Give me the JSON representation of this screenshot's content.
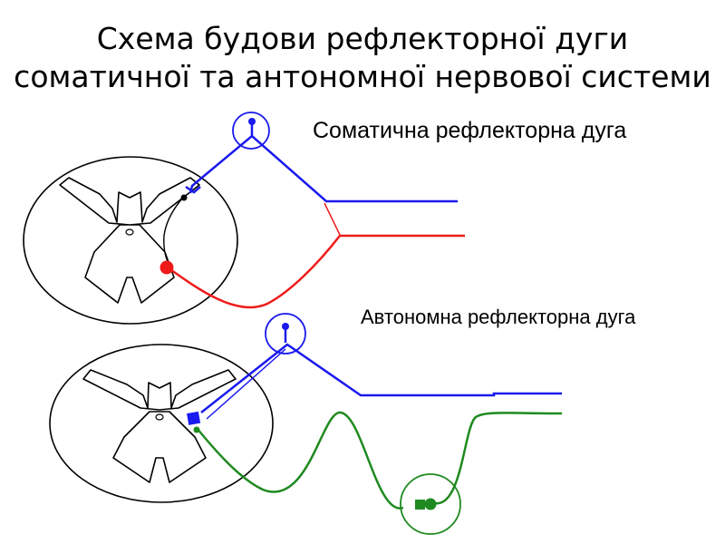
{
  "title": {
    "line1": "Схема будови рефлекторної дуги",
    "line2": "соматичної та антономної нервової системи"
  },
  "labels": {
    "somatic": "Соматична рефлекторна дуга",
    "autonomic": "Автономна рефлекторна дуга"
  },
  "colors": {
    "sensory": "#1a1aee",
    "motor": "#ee1a1a",
    "autonomic_efferent": "#1f8a1f",
    "outline": "#000000",
    "background": "#ffffff"
  }
}
